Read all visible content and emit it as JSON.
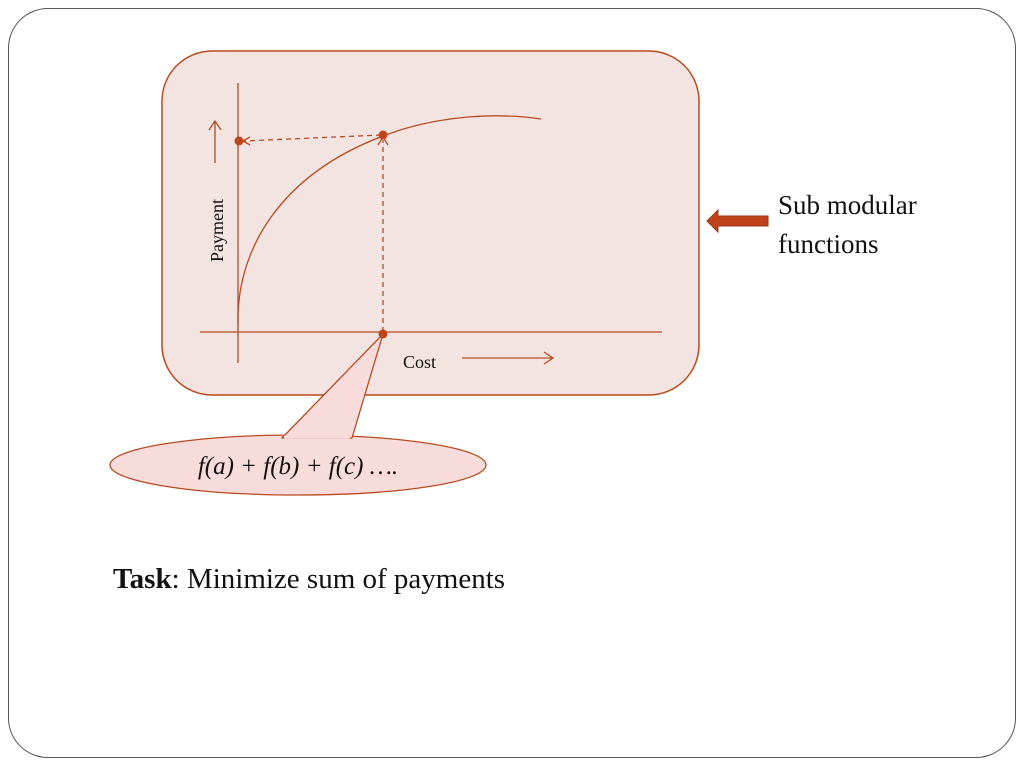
{
  "diagram": {
    "y_axis_label": "Payment",
    "x_axis_label": "Cost",
    "callout_formula": "f(a) + f(b) + f(c) ….",
    "side_label_line1": "Sub modular",
    "side_label_line2": "functions"
  },
  "task": {
    "label": "Task",
    "separator": ":",
    "text": " Minimize sum of payments"
  },
  "colors": {
    "accent": "#b84a1f",
    "box_fill": "#f3e4e2",
    "callout_fill": "#f8dcdc",
    "arrow_fill": "#c0441b"
  }
}
